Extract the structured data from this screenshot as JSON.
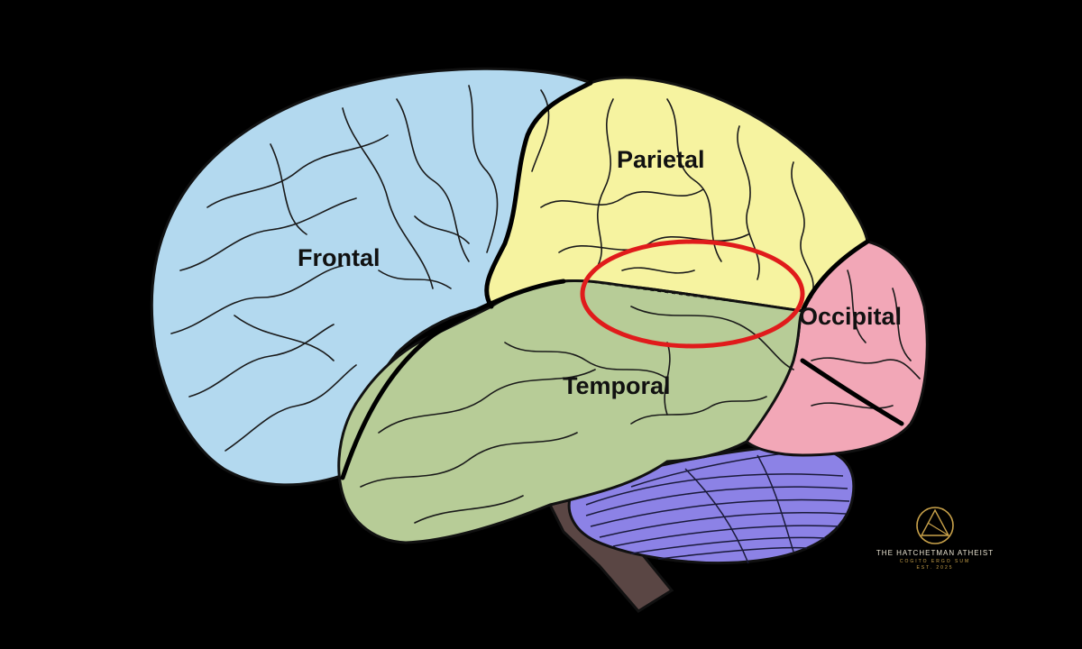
{
  "lobes": {
    "frontal": "Frontal",
    "parietal": "Parietal",
    "temporal": "Temporal",
    "occipital": "Occipital"
  },
  "colors": {
    "background": "#000000",
    "frontal": "#b3d9ef",
    "parietal": "#f6f3a0",
    "temporal": "#b7cc97",
    "occipital": "#f2a7b7",
    "cerebellum": "#8c82e6",
    "brainstem": "#5a4644",
    "highlight": "#e01b1b",
    "outline": "#111111",
    "watermark_gold": "#c9a24a"
  },
  "highlight": {
    "shape": "ellipse",
    "region": "parietal-temporal boundary"
  },
  "watermark": {
    "name": "THE HATCHETMAN ATHEIST",
    "motto": "COGITO ERGO SUM",
    "est": "EST. 2025",
    "icon": "compass-triangle-logo"
  }
}
